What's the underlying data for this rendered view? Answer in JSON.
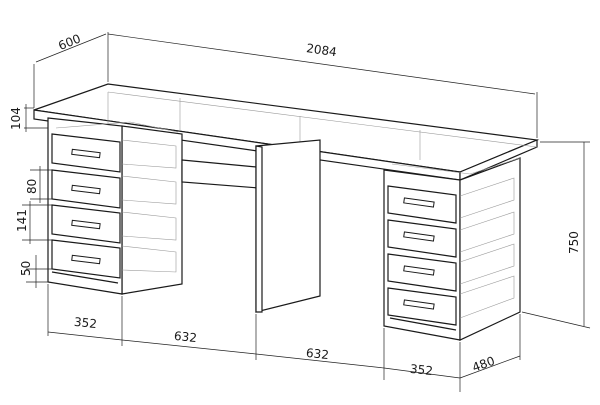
{
  "dimensions": {
    "depth": "600",
    "total_length": "2084",
    "top_thickness": "104",
    "drawer_height": "80",
    "drawer_pitch": "141",
    "plinth": "50",
    "height": "750",
    "cabinet_width_left": "352",
    "gap_left": "632",
    "gap_right": "632",
    "cabinet_width_right": "352",
    "cabinet_depth": "480"
  }
}
